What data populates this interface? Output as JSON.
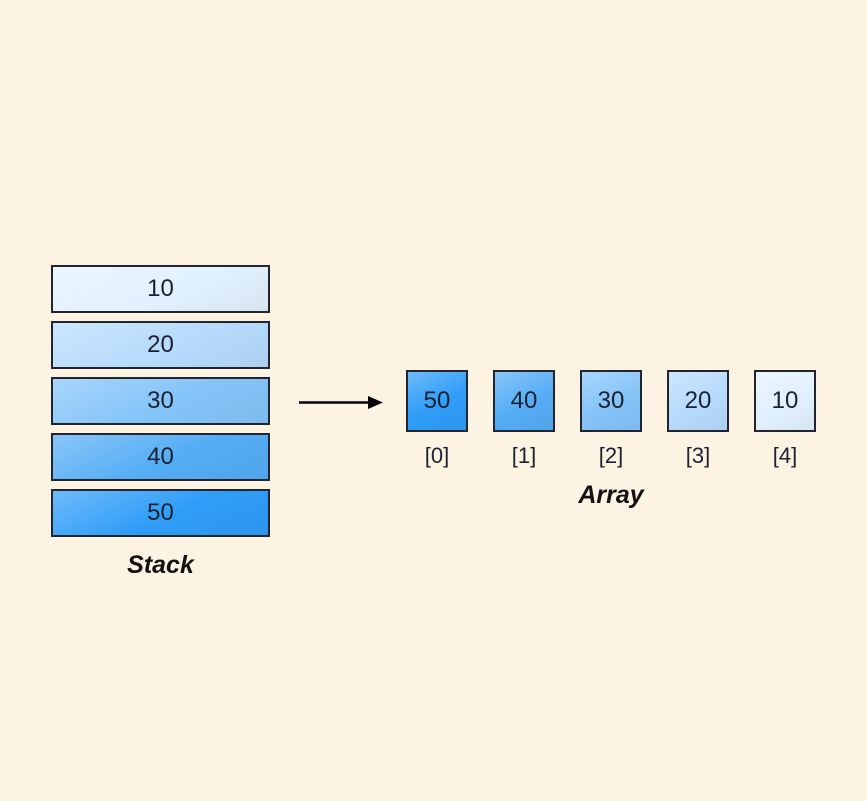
{
  "diagram": {
    "background_color": "#FDF3E3",
    "border_color": "#23252e",
    "text_color": "#1b2130"
  },
  "stack": {
    "label": "Stack",
    "items": [
      {
        "value": "10",
        "color": "#E2F1FE"
      },
      {
        "value": "20",
        "color": "#B6DBFC"
      },
      {
        "value": "30",
        "color": "#84C4F9"
      },
      {
        "value": "40",
        "color": "#55ADF5"
      },
      {
        "value": "50",
        "color": "#2F9DF8"
      }
    ]
  },
  "arrow": {
    "direction": "right",
    "color": "#000000"
  },
  "array": {
    "label": "Array",
    "items": [
      {
        "value": "50",
        "index": "[0]",
        "color": "#2F9DF8"
      },
      {
        "value": "40",
        "index": "[1]",
        "color": "#55ADF5"
      },
      {
        "value": "30",
        "index": "[2]",
        "color": "#84C4F9"
      },
      {
        "value": "20",
        "index": "[3]",
        "color": "#B6DBFC"
      },
      {
        "value": "10",
        "index": "[4]",
        "color": "#E2F1FE"
      }
    ]
  }
}
